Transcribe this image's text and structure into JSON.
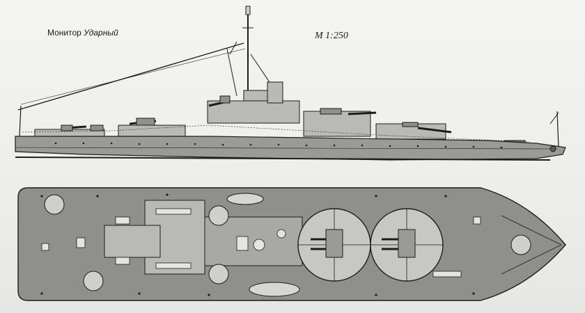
{
  "caption": {
    "prefix": "Монитор",
    "ship_name": "Ударный"
  },
  "scale": {
    "label": "М 1:250"
  },
  "colors": {
    "hull_fill": "#9a9a98",
    "deck_fill": "#8f8f8d",
    "superstructure_fill": "#b9b9b6",
    "line": "#1c1c1c",
    "paper": "#eeeeec"
  },
  "views": [
    "side-profile",
    "deck-plan"
  ]
}
